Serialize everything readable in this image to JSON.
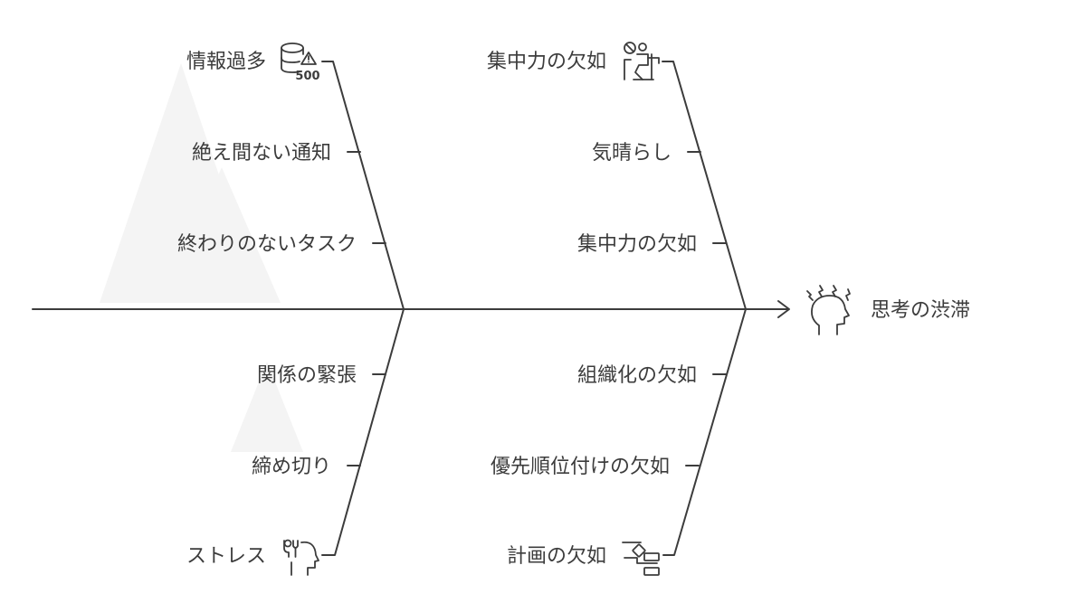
{
  "effect": {
    "label": "思考の渋滞",
    "icon": "stressed-head-icon"
  },
  "categories": {
    "top_left": {
      "label": "情報過多",
      "icon": "database-warning-icon",
      "icon_text": "500"
    },
    "top_right": {
      "label": "集中力の欠如",
      "icon": "person-at-desk-icon"
    },
    "bottom_left": {
      "label": "ストレス",
      "icon": "stressed-head-fork-icon"
    },
    "bottom_right": {
      "label": "計画の欠如",
      "icon": "blocks-plan-icon"
    }
  },
  "causes": {
    "top_left": [
      "絶え間ない通知",
      "終わりのないタスク"
    ],
    "top_right": [
      "気晴らし",
      "集中力の欠如"
    ],
    "bottom_left": [
      "関係の緊張",
      "締め切り"
    ],
    "bottom_right": [
      "組織化の欠如",
      "優先順位付けの欠如"
    ]
  },
  "colors": {
    "line": "#3c3c3c",
    "text": "#3c3c3c",
    "watermark": "#f4f4f4"
  }
}
